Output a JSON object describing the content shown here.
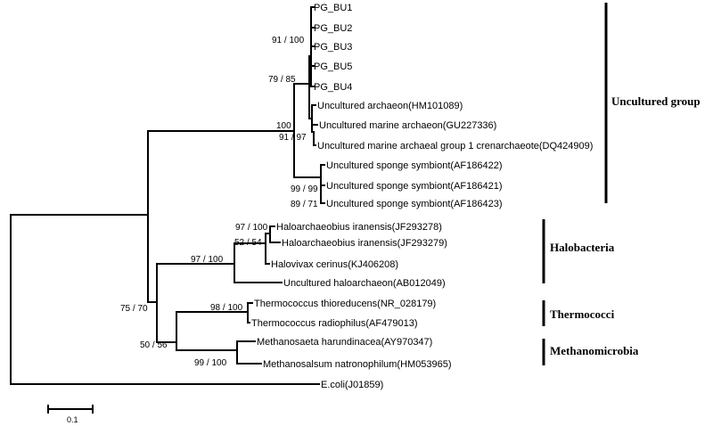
{
  "taxa": {
    "pg_bu1": "PG_BU1",
    "pg_bu2": "PG_BU2",
    "pg_bu3": "PG_BU3",
    "pg_bu5": "PG_BU5",
    "pg_bu4": "PG_BU4",
    "hm101089": "Uncultured archaeon(HM101089)",
    "gu227336": "Uncultured marine archaeon(GU227336)",
    "dq424909": "Uncultured marine archaeal group 1 crenarchaeote(DQ424909)",
    "af186422": "Uncultured sponge symbiont(AF186422)",
    "af186421": "Uncultured sponge symbiont(AF186421)",
    "af186423": "Uncultured sponge symbiont(AF186423)",
    "jf293278": "Haloarchaeobius iranensis(JF293278)",
    "jf293279": "Haloarchaeobius iranensis(JF293279)",
    "kj406208": "Halovivax cerinus(KJ406208)",
    "ab012049": "Uncultured haloarchaeon(AB012049)",
    "nr028179": "Thermococcus thioreducens(NR_028179)",
    "af479013": "Thermococcus radiophilus(AF479013)",
    "ay970347": "Methanosaeta harundinacea(AY970347)",
    "hm053965": "Methanosalsum natronophilum(HM053965)",
    "j01859": "E.coli(J01859)"
  },
  "support": {
    "pg_clade": "91 / 100",
    "pg_archaeon": "79 / 85",
    "uncultured_top": "100",
    "marine_clade": "91 / 97",
    "sponge_top": "99 / 99",
    "sponge_bottom": "89 / 71",
    "haloarchaeobius": "97 / 100",
    "halo_52": "52 / 54",
    "halo_97": "97 / 100",
    "thermococcus": "98 / 100",
    "root_inner": "75 / 70",
    "thermo_metha": "50 / 56",
    "methano": "99 / 100"
  },
  "groups": {
    "uncultured": "Uncultured group",
    "halobacteria": "Halobacteria",
    "thermococci": "Thermococci",
    "methanomicrobia": "Methanomicrobia"
  },
  "scale": {
    "label": "0.1"
  }
}
